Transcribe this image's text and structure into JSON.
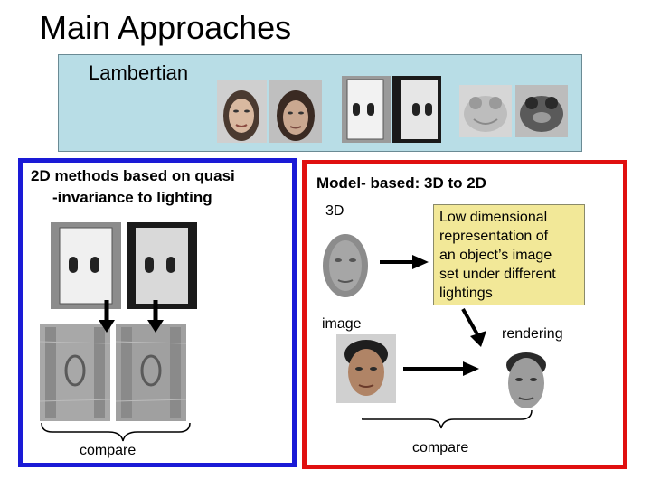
{
  "slide": {
    "title": "Main Approaches",
    "lambertian_label": "Lambertian",
    "left_panel": {
      "heading_line1": "2D methods based on quasi",
      "heading_line2": "-invariance to lighting",
      "compare_label": "compare"
    },
    "right_panel": {
      "heading": "Model- based: 3D to 2D",
      "label_3d": "3D",
      "note_line1": "Low dimensional",
      "note_line2": "representation of",
      "note_line3": "an object’s image",
      "note_line4": "set under different",
      "note_line5": "lightings",
      "label_image": "image",
      "label_rendering": "rendering",
      "compare_label": "compare"
    },
    "colors": {
      "left_border": "#1a1ad6",
      "right_border": "#e01010",
      "lambertian_bg": "#b8dde6",
      "note_bg": "#f2e898"
    }
  }
}
